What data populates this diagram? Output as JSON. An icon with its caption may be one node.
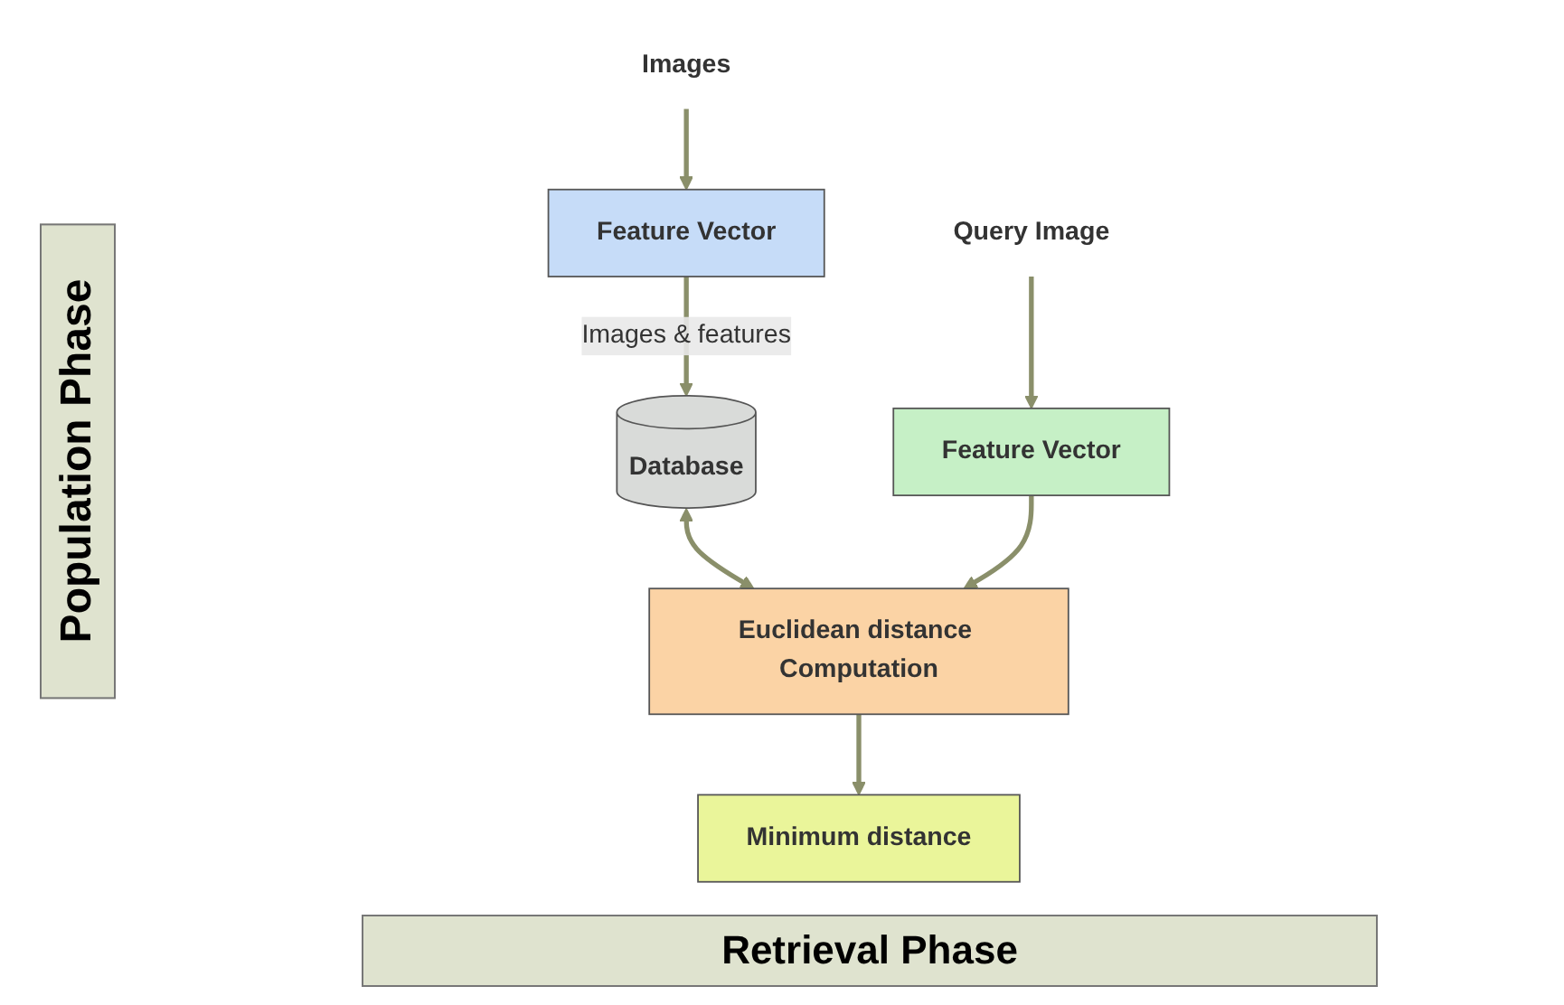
{
  "diagram": {
    "nodes": [
      {
        "text": [
          "Images"
        ]
      },
      {
        "text": [
          "Feature Vector"
        ]
      },
      {
        "text": [
          "Database"
        ]
      },
      {
        "text": [
          "Euclidean distance Computation"
        ]
      },
      {
        "text": [
          "Feature Vector"
        ]
      },
      {
        "text": [
          "Minimum distance"
        ]
      },
      {
        "text": [
          "Query Image"
        ]
      }
    ],
    "edges": [
      {
        "from": 0,
        "to": 1,
        "arrow": "to"
      },
      {
        "from": 1,
        "to": 2,
        "arrow": "to",
        "label": "Images & features"
      },
      {
        "from": 2,
        "to": 3,
        "arrow": "both"
      },
      {
        "from": 4,
        "to": 3,
        "arrow": "to"
      },
      {
        "from": 6,
        "to": 4,
        "arrow": "to"
      },
      {
        "from": 3,
        "to": 5,
        "arrow": "to"
      }
    ],
    "labels": [
      "Population Phase",
      "Retrieval Phase"
    ]
  }
}
